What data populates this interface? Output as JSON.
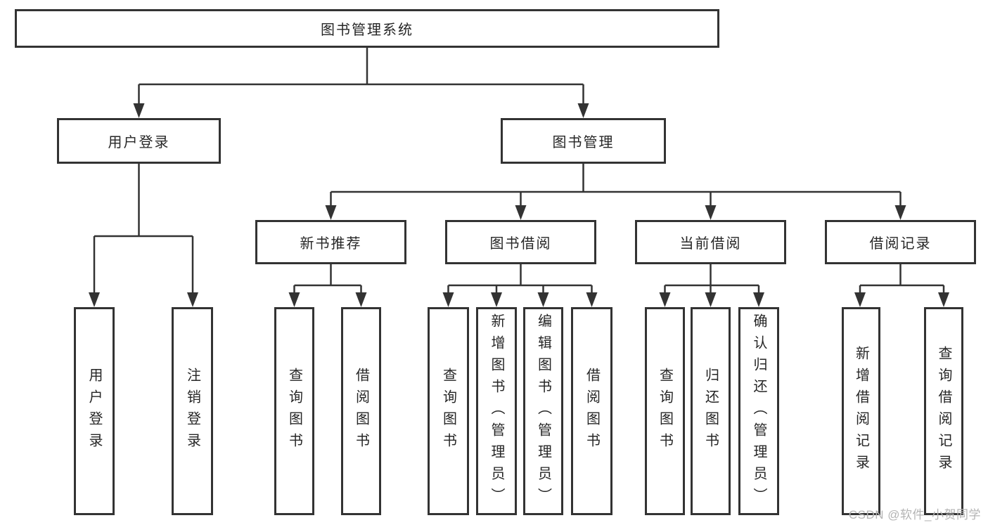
{
  "root": {
    "label": "图书管理系统"
  },
  "level2": [
    {
      "label": "用户登录"
    },
    {
      "label": "图书管理"
    }
  ],
  "level3": [
    {
      "label": "新书推荐"
    },
    {
      "label": "图书借阅"
    },
    {
      "label": "当前借阅"
    },
    {
      "label": "借阅记录"
    }
  ],
  "leaves": {
    "user_login": [
      {
        "label": "用户登录"
      },
      {
        "label": "注销登录"
      }
    ],
    "new_books": [
      {
        "label": "查询图书"
      },
      {
        "label": "借阅图书"
      }
    ],
    "book_borrow": [
      {
        "label": "查询图书"
      },
      {
        "label": "新增图书（管理员）"
      },
      {
        "label": "编辑图书（管理员）"
      },
      {
        "label": "借阅图书"
      }
    ],
    "current_borrow": [
      {
        "label": "查询图书"
      },
      {
        "label": "归还图书"
      },
      {
        "label": "确认归还（管理员）"
      }
    ],
    "borrow_records": [
      {
        "label": "新增借阅记录"
      },
      {
        "label": "查询借阅记录"
      }
    ]
  },
  "watermark": {
    "text": "CSDN @软件_小贺同学"
  },
  "colors": {
    "line": "#333333",
    "box_border": "#333333",
    "text": "#262626",
    "watermark": "#b4b4b4",
    "background": "#ffffff"
  }
}
